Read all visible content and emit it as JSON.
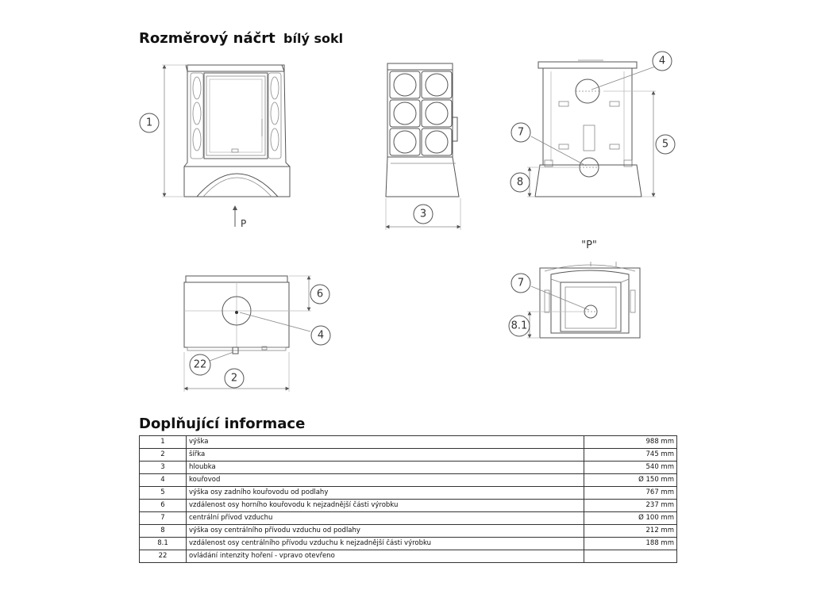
{
  "header": {
    "title": "Rozměrový náčrt",
    "subtitle": "bílý sokl"
  },
  "drawing": {
    "view_p_label": "\"P\"",
    "arrow_p_label": "P",
    "callouts": {
      "c1": "1",
      "c2": "2",
      "c3": "3",
      "c4a": "4",
      "c4b": "4",
      "c5": "5",
      "c6": "6",
      "c7a": "7",
      "c7b": "7",
      "c8": "8",
      "c81": "8.1",
      "c22": "22"
    }
  },
  "info": {
    "title": "Doplňující informace",
    "rows": [
      {
        "num": "1",
        "label": "výška",
        "value": "988 mm"
      },
      {
        "num": "2",
        "label": "šířka",
        "value": "745 mm"
      },
      {
        "num": "3",
        "label": "hloubka",
        "value": "540 mm"
      },
      {
        "num": "4",
        "label": "kouřovod",
        "value": "Ø 150 mm"
      },
      {
        "num": "5",
        "label": "výška osy zadního kouřovodu od podlahy",
        "value": "767 mm"
      },
      {
        "num": "6",
        "label": "vzdálenost osy horního kouřovodu k nejzadnější části výrobku",
        "value": "237 mm"
      },
      {
        "num": "7",
        "label": "centrální přívod vzduchu",
        "value": "Ø 100 mm"
      },
      {
        "num": "8",
        "label": "výška osy centrálního přívodu vzduchu od podlahy",
        "value": "212 mm"
      },
      {
        "num": "8.1",
        "label": "vzdálenost osy centrálního přívodu vzduchu k nejzadnější části výrobku",
        "value": "188 mm"
      },
      {
        "num": "22",
        "label": "ovládání intenzity hoření - vpravo otevřeno",
        "value": ""
      }
    ]
  }
}
